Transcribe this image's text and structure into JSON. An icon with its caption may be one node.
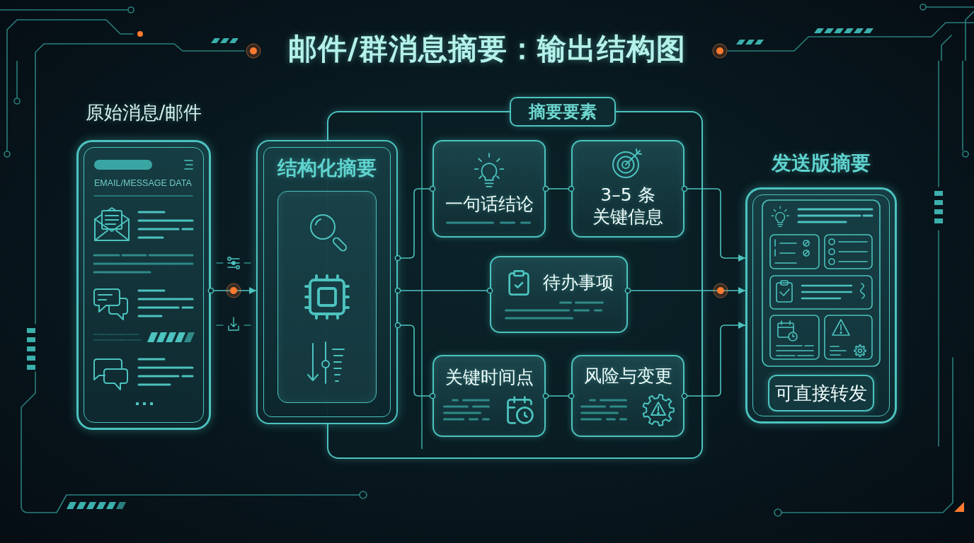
{
  "diagram": {
    "title": "邮件/群消息摘要：输出结构图",
    "nodes": [
      {
        "text": [
          "原始消息/邮件",
          "EMAIL/MESSAGE DATA"
        ]
      },
      {
        "text": [
          "结构化摘要"
        ]
      },
      {
        "text": [
          "摘要要素"
        ]
      },
      {
        "text": [
          "一句话结论"
        ],
        "in": 2
      },
      {
        "text": [
          "3–5 条关键信息"
        ],
        "in": 2
      },
      {
        "text": [
          "待办事项"
        ],
        "in": 2
      },
      {
        "text": [
          "关键时间点"
        ],
        "in": 2
      },
      {
        "text": [
          "风险与变更"
        ],
        "in": 2
      },
      {
        "text": [
          "发送版摘要"
        ]
      },
      {
        "text": [
          "可直接转发"
        ],
        "in": 8
      }
    ],
    "edges": [
      {
        "from": 0,
        "to": 1,
        "arrow": "to"
      },
      {
        "from": 1,
        "to": 3,
        "arrow": "other"
      },
      {
        "from": 1,
        "to": 5,
        "arrow": "other"
      },
      {
        "from": 1,
        "to": 6,
        "arrow": "other"
      },
      {
        "from": 3,
        "to": 4,
        "arrow": "other"
      },
      {
        "from": 6,
        "to": 7,
        "arrow": "other"
      },
      {
        "from": 4,
        "to": 8,
        "arrow": "to"
      },
      {
        "from": 5,
        "to": 8,
        "arrow": "to"
      },
      {
        "from": 7,
        "to": 8,
        "arrow": "to"
      }
    ]
  }
}
